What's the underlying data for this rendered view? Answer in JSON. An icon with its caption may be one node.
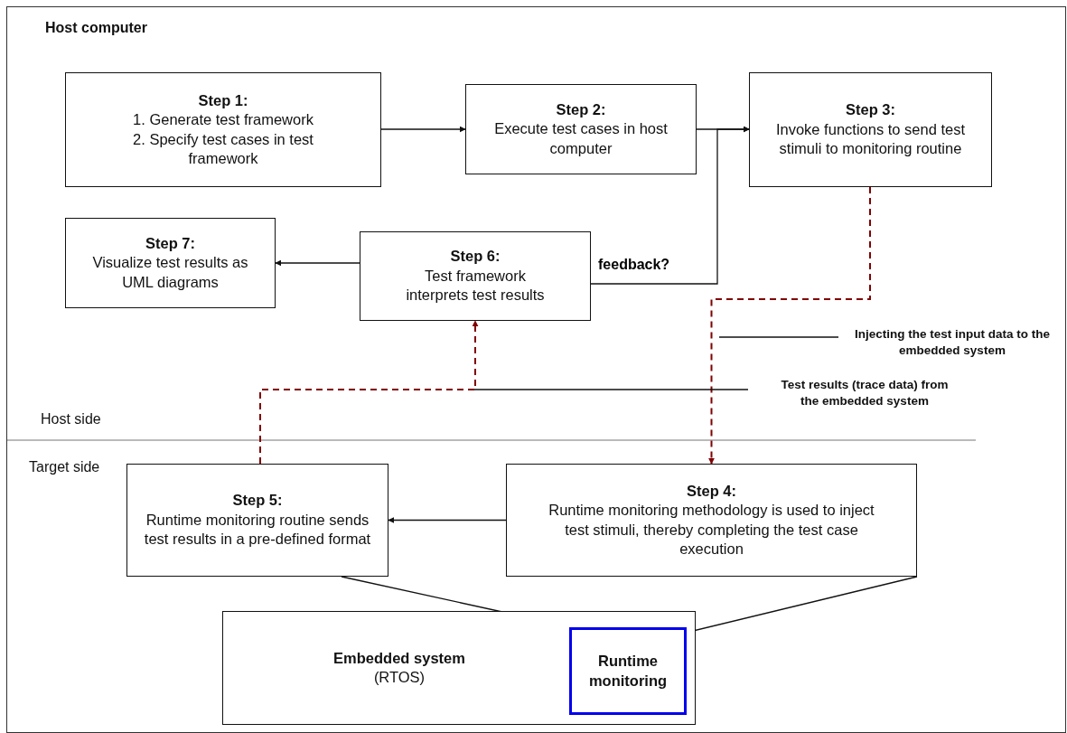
{
  "diagram": {
    "nodes": [
      {
        "text": [
          "Step 1:",
          "1. Generate test framework",
          "2. Specify test cases in test framework"
        ]
      },
      {
        "text": [
          "Step 2:",
          "Execute test cases in host computer"
        ]
      },
      {
        "text": [
          "Step 3:",
          "Invoke functions to send test stimuli to monitoring routine"
        ]
      },
      {
        "text": [
          "Step 7:",
          "Visualize test results as UML diagrams"
        ]
      },
      {
        "text": [
          "Step 6:",
          "Test framework interprets test results"
        ]
      },
      {
        "text": [
          "Step 5:",
          "Runtime monitoring routine sends test results in a pre-defined format"
        ]
      },
      {
        "text": [
          "Step 4:",
          "Runtime monitoring methodology is used to inject test stimuli, thereby completing the test case execution"
        ]
      },
      {
        "text": [
          "Embedded system",
          "(RTOS)"
        ]
      },
      {
        "text": [
          "Runtime monitoring"
        ],
        "in": 7
      },
      {
        "text": [
          "Injecting the test input data to the embedded system"
        ]
      },
      {
        "text": [
          "Test results (trace data) from the embedded system"
        ]
      }
    ],
    "edges": [
      {
        "from": 0,
        "to": 1,
        "arrow": "to"
      },
      {
        "from": 1,
        "to": 2,
        "arrow": "to"
      },
      {
        "from": 4,
        "to": 2,
        "arrow": "to",
        "label": "feedback?"
      },
      {
        "from": 4,
        "to": 3,
        "arrow": "to"
      },
      {
        "from": 2,
        "to": 6,
        "arrow": "to",
        "style": "dashed",
        "color": "#800000"
      },
      {
        "from": 5,
        "to": 4,
        "arrow": "to",
        "style": "dashed",
        "color": "#800000"
      },
      {
        "from": 6,
        "to": 5,
        "arrow": "to"
      },
      {
        "from": 5,
        "to": 8,
        "arrow": "none"
      },
      {
        "from": 6,
        "to": 8,
        "arrow": "none"
      },
      {
        "from": 9,
        "to": null,
        "arrow": "none"
      },
      {
        "from": 10,
        "to": null,
        "arrow": "none"
      }
    ],
    "labels": [
      "Host computer",
      "Host side",
      "Target side"
    ]
  }
}
